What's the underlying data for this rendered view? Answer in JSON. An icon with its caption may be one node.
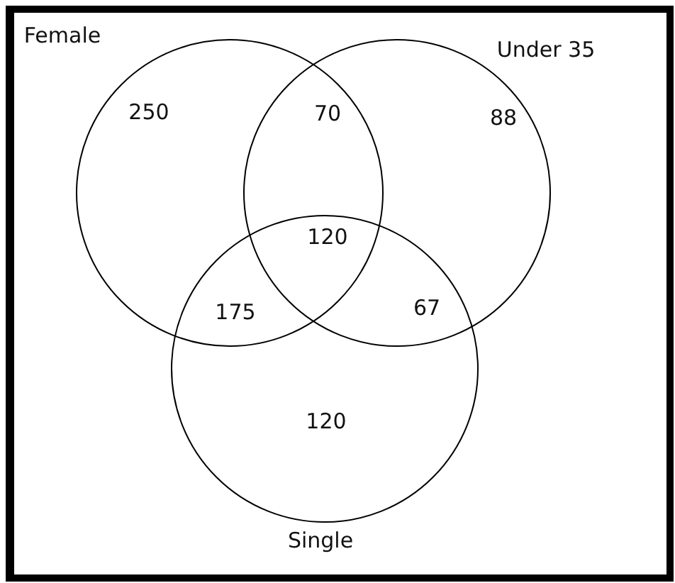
{
  "diagram": {
    "nodes": [
      {
        "text": [],
        "shape": "circle",
        "beside": [
          "Female"
        ]
      },
      {
        "text": [],
        "shape": "circle",
        "beside": [
          "Under 35"
        ]
      },
      {
        "text": [],
        "shape": "circle",
        "beside": [
          "Single"
        ]
      }
    ],
    "labels": [
      "250",
      "70",
      "88",
      "120",
      "175",
      "67",
      "120"
    ]
  }
}
